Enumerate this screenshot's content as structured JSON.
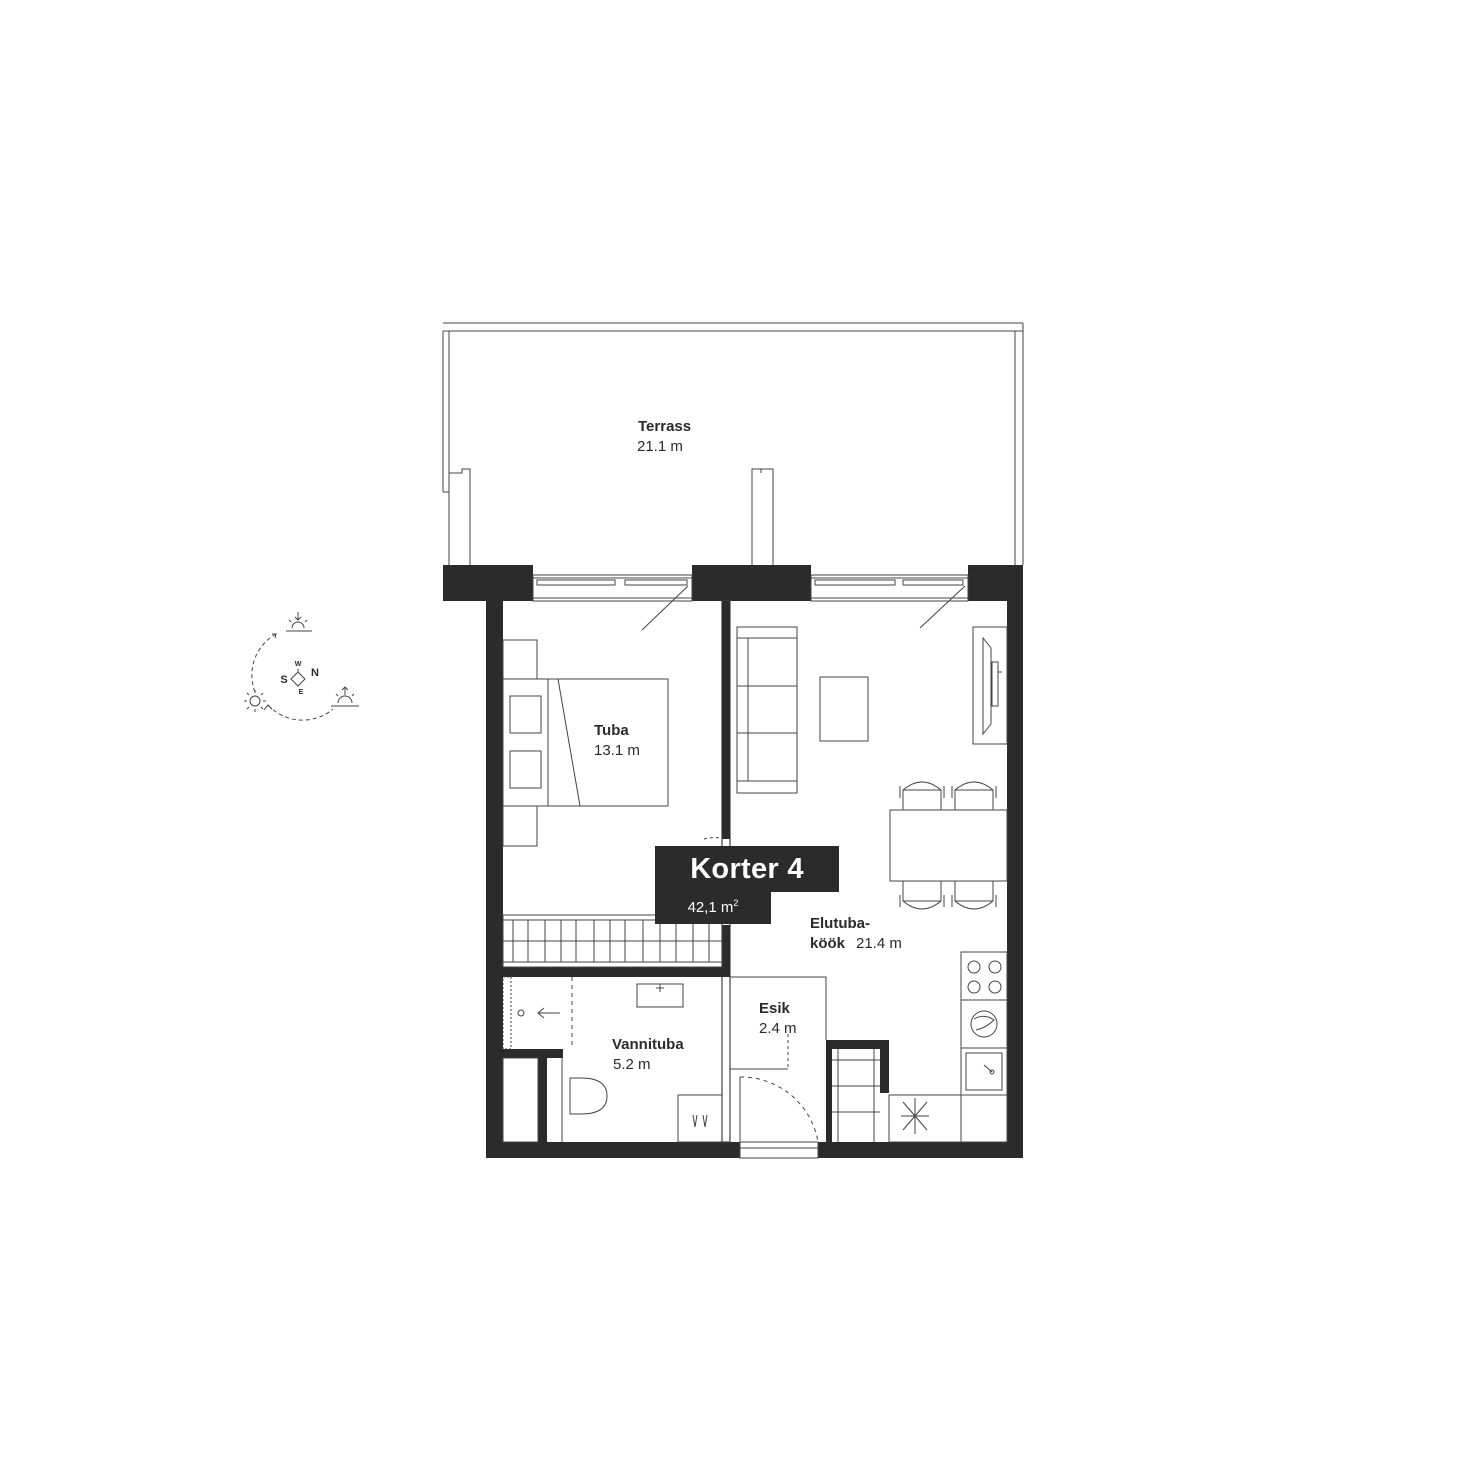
{
  "plan": {
    "title": "Korter 4",
    "total_area": "42,1 m",
    "total_area_unit_sup": "2"
  },
  "rooms": [
    {
      "key": "terrace",
      "name": "Terrass",
      "area": "21.1 m"
    },
    {
      "key": "bedroom",
      "name": "Tuba",
      "area": "13.1 m"
    },
    {
      "key": "living",
      "name": "Elutuba-",
      "name2": "köök",
      "area": "21.4 m"
    },
    {
      "key": "hall",
      "name": "Esik",
      "area": "2.4 m"
    },
    {
      "key": "bathroom",
      "name": "Vannituba",
      "area": "5.2 m"
    }
  ],
  "compass": {
    "w": "W",
    "s": "S",
    "n": "N",
    "e": "E"
  },
  "colors": {
    "wall": "#2b2b2b",
    "line": "#444444",
    "background": "#ffffff"
  }
}
